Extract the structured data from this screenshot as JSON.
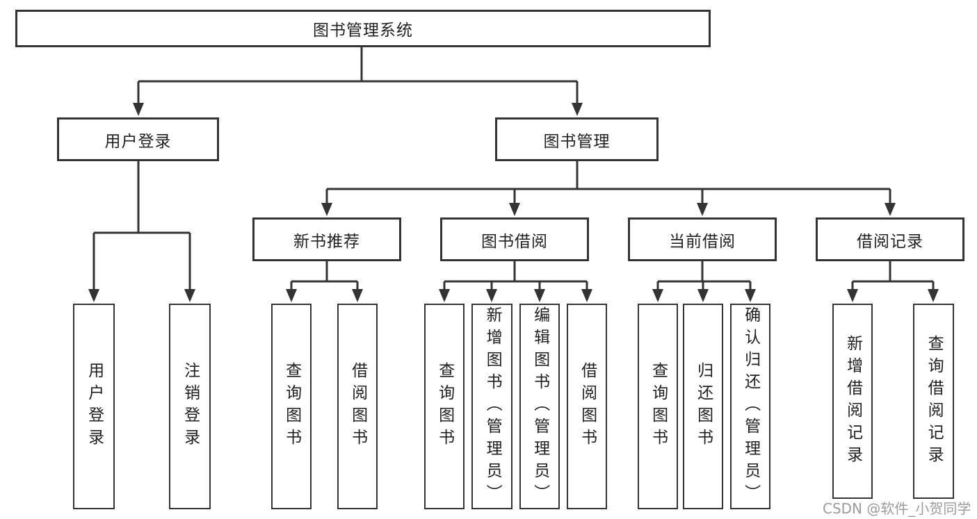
{
  "diagram": {
    "root": {
      "label": "图书管理系统"
    },
    "level2": [
      {
        "id": "user-login",
        "label": "用户登录"
      },
      {
        "id": "book-management",
        "label": "图书管理"
      }
    ],
    "level3": [
      {
        "id": "new-book-recommendation",
        "label": "新书推荐"
      },
      {
        "id": "book-borrowing",
        "label": "图书借阅"
      },
      {
        "id": "current-borrowing",
        "label": "当前借阅"
      },
      {
        "id": "borrowing-records",
        "label": "借阅记录"
      }
    ],
    "leaves": [
      {
        "group": "user-login",
        "label": "用户登录"
      },
      {
        "group": "user-login",
        "label": "注销登录"
      },
      {
        "group": "new-book-recommendation",
        "label": "查询图书"
      },
      {
        "group": "new-book-recommendation",
        "label": "借阅图书"
      },
      {
        "group": "book-borrowing",
        "label": "查询图书"
      },
      {
        "group": "book-borrowing",
        "label": "新增图书（管理员）"
      },
      {
        "group": "book-borrowing",
        "label": "编辑图书（管理员）"
      },
      {
        "group": "book-borrowing",
        "label": "借阅图书"
      },
      {
        "group": "current-borrowing",
        "label": "查询图书"
      },
      {
        "group": "current-borrowing",
        "label": "归还图书"
      },
      {
        "group": "current-borrowing",
        "label": "确认归还（管理员）"
      },
      {
        "group": "borrowing-records",
        "label": "新增借阅记录"
      },
      {
        "group": "borrowing-records",
        "label": "查询借阅记录"
      }
    ],
    "watermark": "CSDN @软件_小贺同学",
    "colors": {
      "line": "#333333",
      "border": "#333333",
      "text": "#1f1f1f",
      "watermark": "#9b9b9b",
      "background": "#ffffff"
    }
  }
}
